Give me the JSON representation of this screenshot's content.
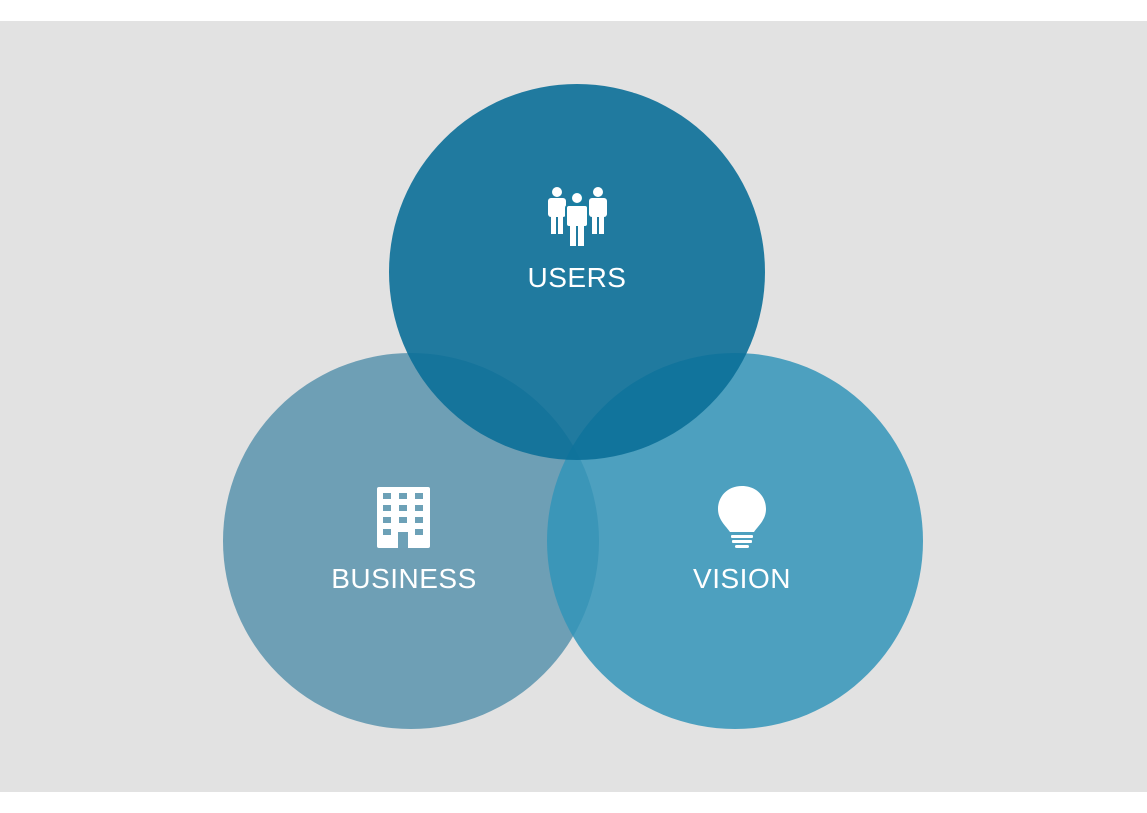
{
  "diagram": {
    "circles": [
      {
        "id": "users",
        "label": "USERS",
        "icon": "users-icon",
        "color": "#0b6f98"
      },
      {
        "id": "business",
        "label": "BUSINESS",
        "icon": "building-icon",
        "color": "#5993ad"
      },
      {
        "id": "vision",
        "label": "VISION",
        "icon": "lightbulb-icon",
        "color": "#3394b8"
      }
    ],
    "background_color": "#e2e2e2"
  }
}
